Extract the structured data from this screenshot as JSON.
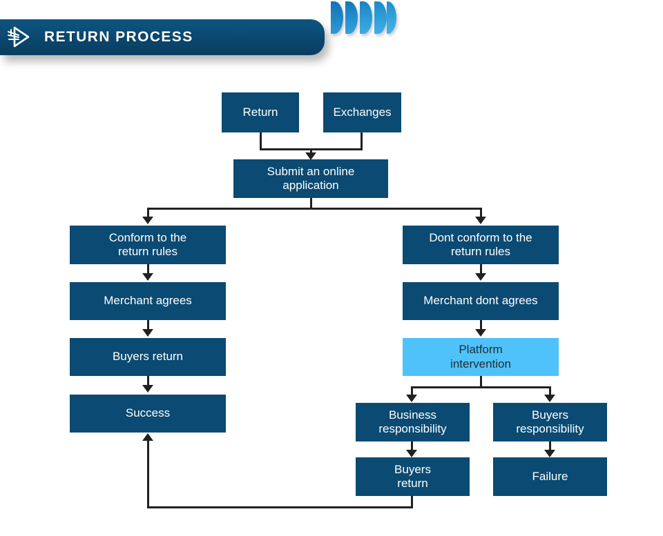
{
  "header": {
    "title": "RETURN PROCESS",
    "logo_icon": "play-triangle-arrow-icon",
    "stripe_count": 5,
    "bar_color": "#0b4a72",
    "stripe_color": "#2490d0"
  },
  "diagram": {
    "type": "flowchart",
    "title": "Return Process",
    "colors": {
      "node_fill": "#0b4a72",
      "node_text": "#ffffff",
      "highlight_fill": "#4fc2fa",
      "highlight_text": "#1f2c33",
      "connector": "#212121",
      "background": "#ffffff"
    },
    "nodes": [
      {
        "id": "return",
        "label": "Return",
        "style": "dark"
      },
      {
        "id": "exchanges",
        "label": "Exchanges",
        "style": "dark"
      },
      {
        "id": "submit",
        "label": "Submit an online\napplication",
        "style": "dark"
      },
      {
        "id": "conform",
        "label": "Conform to the\nreturn rules",
        "style": "dark"
      },
      {
        "id": "merchant-agrees",
        "label": "Merchant agrees",
        "style": "dark"
      },
      {
        "id": "buyers-return-left",
        "label": "Buyers return",
        "style": "dark"
      },
      {
        "id": "success",
        "label": "Success",
        "style": "dark"
      },
      {
        "id": "dont-conform",
        "label": "Dont conform to the\nreturn rules",
        "style": "dark"
      },
      {
        "id": "merchant-dont-agrees",
        "label": "Merchant dont agrees",
        "style": "dark"
      },
      {
        "id": "platform-intervention",
        "label": "Platform\nintervention",
        "style": "light"
      },
      {
        "id": "business-responsibility",
        "label": "Business\nresponsibility",
        "style": "dark"
      },
      {
        "id": "buyers-responsibility",
        "label": "Buyers\nresponsibility",
        "style": "dark"
      },
      {
        "id": "buyers-return-right",
        "label": "Buyers\nreturn",
        "style": "dark"
      },
      {
        "id": "failure",
        "label": "Failure",
        "style": "dark"
      }
    ],
    "edges": [
      {
        "from": "return",
        "to": "submit"
      },
      {
        "from": "exchanges",
        "to": "submit"
      },
      {
        "from": "submit",
        "to": "conform"
      },
      {
        "from": "submit",
        "to": "dont-conform"
      },
      {
        "from": "conform",
        "to": "merchant-agrees"
      },
      {
        "from": "merchant-agrees",
        "to": "buyers-return-left"
      },
      {
        "from": "buyers-return-left",
        "to": "success"
      },
      {
        "from": "dont-conform",
        "to": "merchant-dont-agrees"
      },
      {
        "from": "merchant-dont-agrees",
        "to": "platform-intervention"
      },
      {
        "from": "platform-intervention",
        "to": "business-responsibility"
      },
      {
        "from": "platform-intervention",
        "to": "buyers-responsibility"
      },
      {
        "from": "business-responsibility",
        "to": "buyers-return-right"
      },
      {
        "from": "buyers-responsibility",
        "to": "failure"
      },
      {
        "from": "buyers-return-right",
        "to": "success"
      }
    ]
  }
}
